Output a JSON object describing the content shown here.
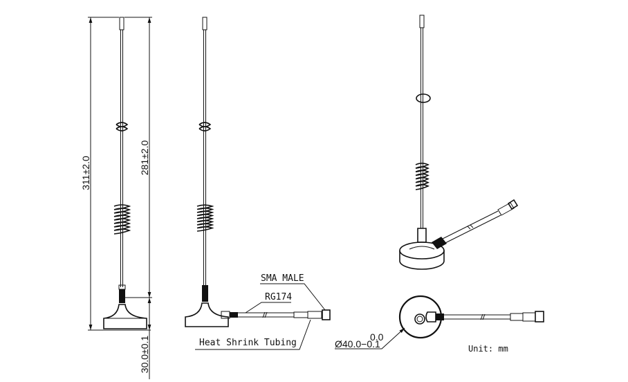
{
  "drawing": {
    "dimensions": {
      "total_height": "311±2.0",
      "whip_height": "281±2.0",
      "base_height": "30.0±0.1",
      "base_diameter_tol_upper": "0.0",
      "base_diameter": "Ø40.0−0.1"
    },
    "callouts": {
      "connector": "SMA MALE",
      "cable": "RG174",
      "sleeve": "Heat Shrink Tubing"
    },
    "unit_note": "Unit: mm"
  }
}
